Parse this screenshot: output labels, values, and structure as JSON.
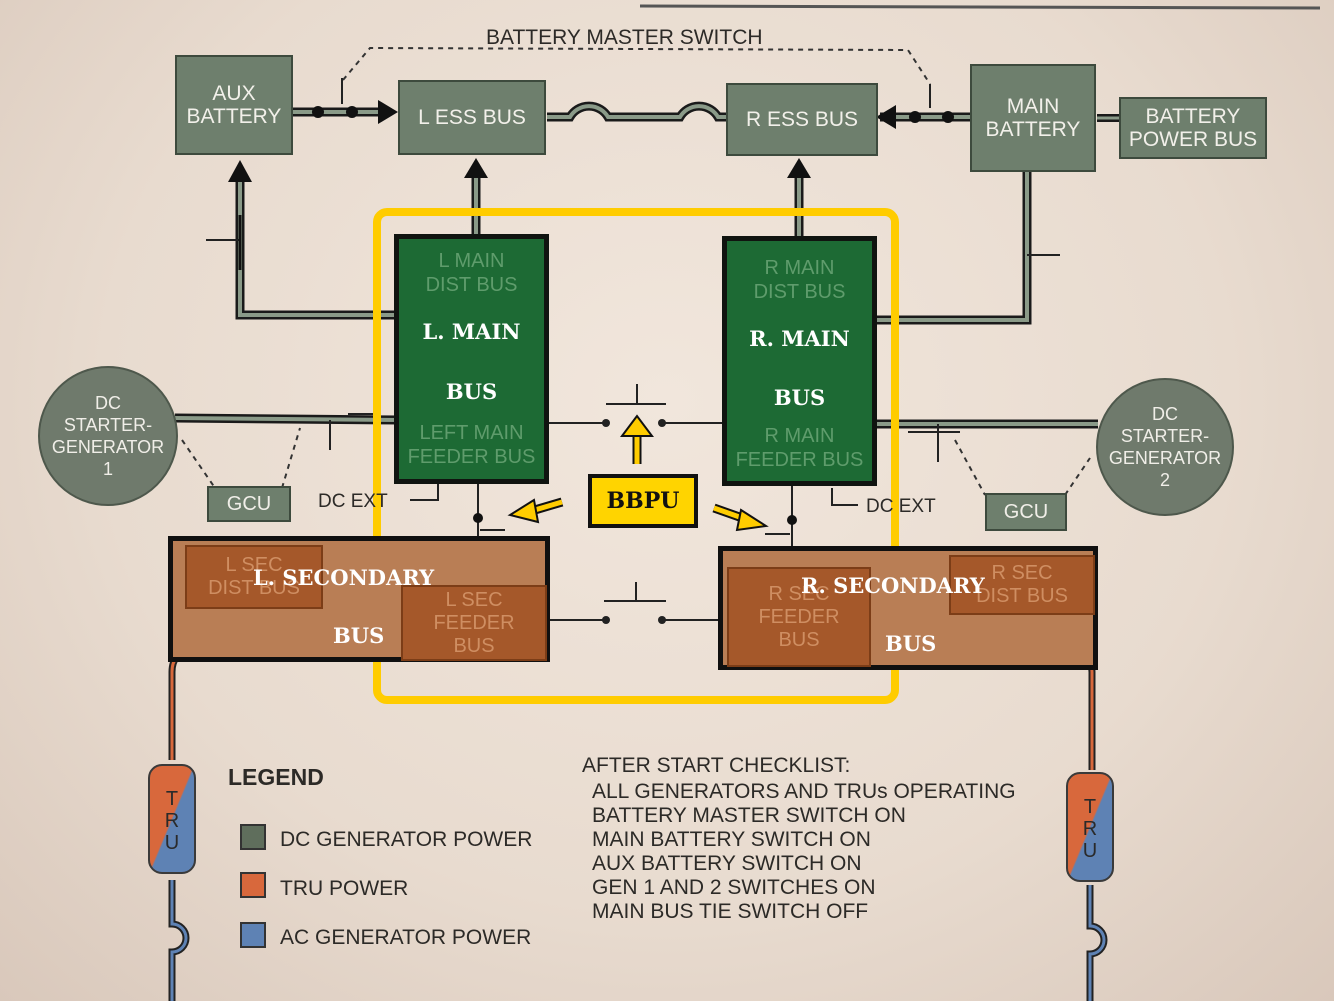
{
  "title": "BATTERY MASTER SWITCH",
  "boxes": {
    "aux_battery": "AUX\nBATTERY",
    "l_ess_bus": "L ESS BUS",
    "r_ess_bus": "R ESS BUS",
    "main_battery": "MAIN\nBATTERY",
    "battery_power_bus": "BATTERY\nPOWER BUS"
  },
  "generators": {
    "left": "DC\nSTARTER-\nGENERATOR\n1",
    "right": "DC\nSTARTER-\nGENERATOR\n2",
    "gcu_left": "GCU",
    "gcu_right": "GCU",
    "dc_ext_left": "DC EXT",
    "dc_ext_right": "DC EXT"
  },
  "main_buses": {
    "left": {
      "dist": "L MAIN\nDIST BUS",
      "feeder": "LEFT MAIN\nFEEDER BUS",
      "bold_1": "L. MAIN",
      "bold_2": "BUS"
    },
    "right": {
      "dist": "R MAIN\nDIST BUS",
      "feeder": "R MAIN\nFEEDER BUS",
      "bold_1": "R. MAIN",
      "bold_2": "BUS"
    }
  },
  "secondary_buses": {
    "left": {
      "dist": "L SEC\nDIST BUS",
      "feeder": "L SEC\nFEEDER\nBUS",
      "bold_1": "L.  SECONDARY",
      "bold_2": "BUS"
    },
    "right": {
      "dist": "R SEC\nDIST BUS",
      "feeder": "R SEC\nFEEDER\nBUS",
      "bold_1": "R.  SECONDARY",
      "bold_2": "BUS"
    }
  },
  "bbpu": "BBPU",
  "tru_label": "T\nR\nU",
  "legend": {
    "title": "LEGEND",
    "items": [
      {
        "label": "DC GENERATOR POWER",
        "color": "#5f6e5c"
      },
      {
        "label": "TRU POWER",
        "color": "#d8683c"
      },
      {
        "label": "AC GENERATOR POWER",
        "color": "#5e82b4"
      }
    ]
  },
  "checklist": {
    "title": "AFTER START CHECKLIST:",
    "items": [
      "ALL GENERATORS AND TRUs OPERATING",
      "BATTERY MASTER SWITCH ON",
      "MAIN BATTERY SWITCH ON",
      "AUX BATTERY SWITCH ON",
      "GEN 1 AND 2 SWITCHES ON",
      "MAIN BUS TIE SWITCH OFF"
    ]
  },
  "colors": {
    "highlight": "#ffcc00",
    "main_bus": "#1d6a34",
    "secondary_bus": "#a5582a"
  }
}
